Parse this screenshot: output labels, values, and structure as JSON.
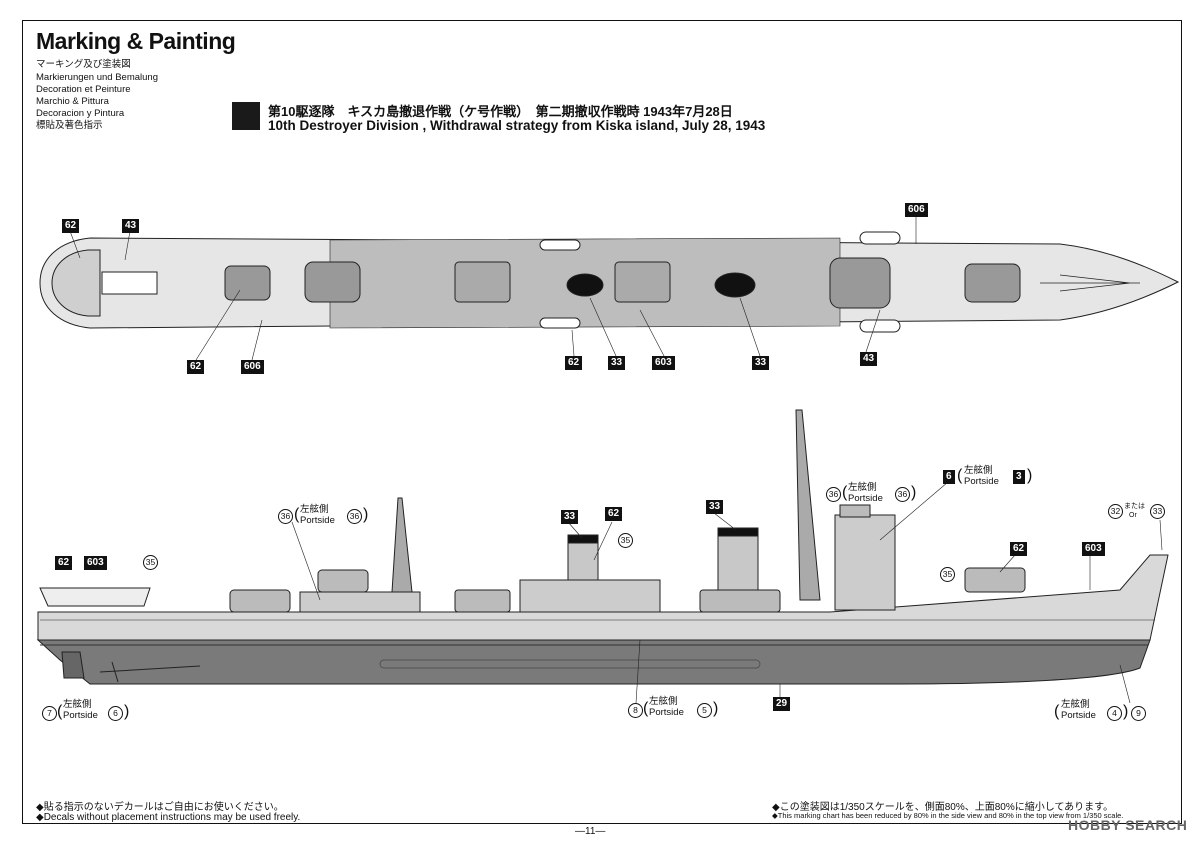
{
  "header": {
    "title": "Marking & Painting",
    "subtitles": [
      "マーキング及び塗装図",
      "Markierungen und Bemalung",
      "Decoration et Peinture",
      "Marchio & Pittura",
      "Decoracion y Pintura",
      "標貼及著色指示"
    ]
  },
  "scheme": {
    "title_jp": "第10駆逐隊　キスカ島撤退作戦（ケ号作戦）　第二期撤収作戦時  1943年7月28日",
    "title_en": "10th Destroyer Division , Withdrawal strategy from Kiska island, July 28, 1943"
  },
  "top_view_callouts": [
    "62",
    "43",
    "606",
    "62",
    "606",
    "62",
    "33",
    "603",
    "33",
    "43"
  ],
  "side_view_callouts": {
    "tags": [
      "62",
      "603",
      "33",
      "62",
      "33",
      "6",
      "3",
      "62",
      "603",
      "29"
    ],
    "circles": [
      "35",
      "36",
      "36",
      "35",
      "36",
      "36",
      "35",
      "32",
      "33",
      "7",
      "6",
      "8",
      "5",
      "4",
      "9"
    ],
    "portside_jp": "左舷側",
    "portside_en": "Portside",
    "or_jp": "または",
    "or_en": "Or"
  },
  "notes": {
    "left_jp": "◆貼る指示のないデカールはご自由にお使いください。",
    "left_en": "◆Decals without placement instructions may be used freely.",
    "right_jp": "◆この塗装図は1/350スケールを、側面80%、上面80%に縮小してあります。",
    "right_en": "◆This marking chart has been reduced by 80% in the side view and 80% in the top view from 1/350 scale."
  },
  "page_number": "—11—",
  "watermark": "HOBBY SEARCH"
}
